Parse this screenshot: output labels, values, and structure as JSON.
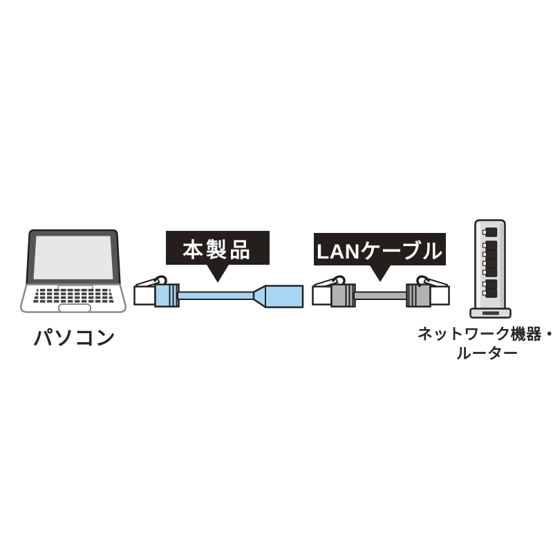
{
  "labels": {
    "computer": "パソコン",
    "product": "本製品",
    "lan_cable": "LANケーブル",
    "network_device_lines": [
      "ネットワーク機器・",
      "ルーター"
    ]
  },
  "colors": {
    "callout-bg": "#241f1c",
    "callout-text": "#ffffff",
    "product-blue": "#a8d5f2",
    "cable-gray": "#b3b2b0",
    "outline": "#22201e",
    "label-text": "#2a2522",
    "laptop-bezel": "#565656",
    "laptop-screen": "#e7e7e7",
    "laptop-key": "#3e3e3e",
    "device-body": "#dbdbdb",
    "port-dark": "#2e2a27",
    "white": "#ffffff"
  }
}
